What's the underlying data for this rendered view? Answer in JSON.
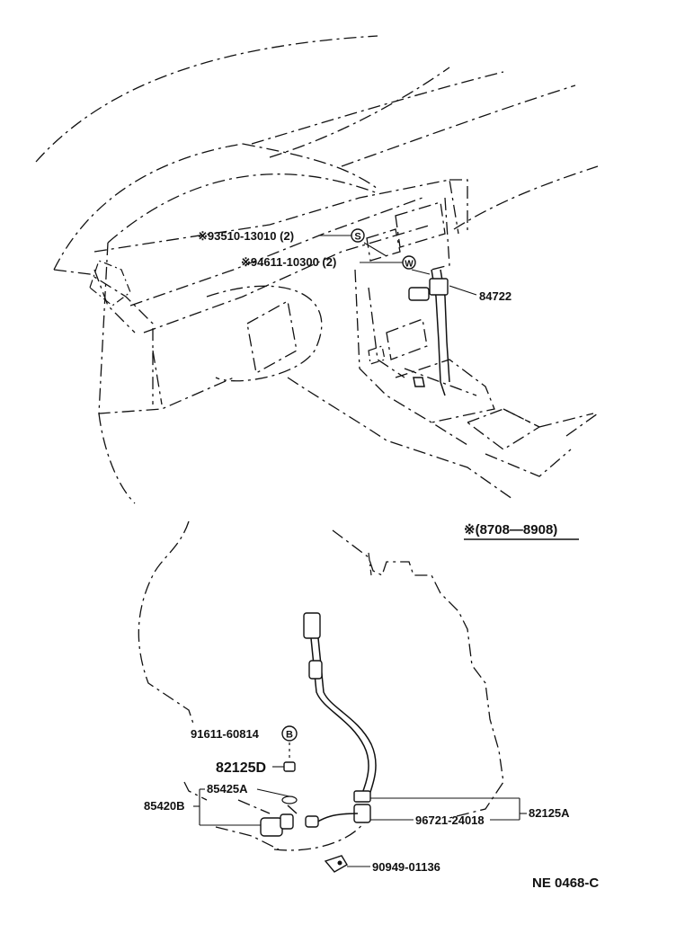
{
  "callouts": {
    "p93510": "※93510-13010 (2)",
    "p94611": "※94611-10300 (2)",
    "p84722": "84722",
    "p91611": "91611-60814",
    "p82125d": "82125D",
    "p85425a": "85425A",
    "p85420b": "85420B",
    "p96721": "96721-24018",
    "p82125a": "82125A",
    "p90949": "90949-01136"
  },
  "symbols": {
    "s": "S",
    "w": "W",
    "b": "B"
  },
  "note": "※(8708—8908)",
  "figure_code": "NE  0468-C"
}
